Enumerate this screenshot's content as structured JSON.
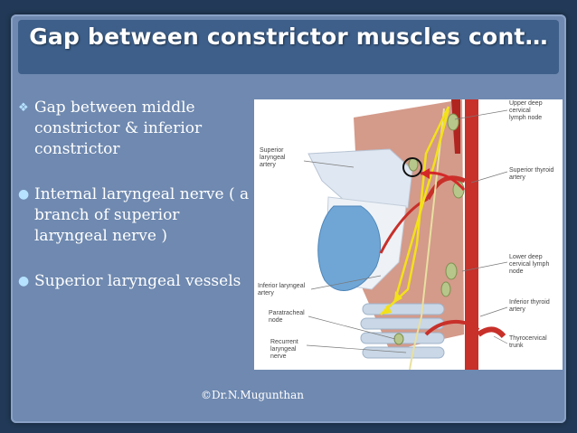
{
  "slide": {
    "title": "Gap between constrictor muscles cont…",
    "bullets": [
      {
        "marker_icon": "diamond-bullet-icon",
        "text": "Gap between  middle constrictor & inferior constrictor"
      },
      {
        "marker_icon": "circle-bullet-icon",
        "text": "Internal laryngeal nerve ( a  branch of  superior laryngeal nerve )"
      },
      {
        "marker_icon": "circle-bullet-icon",
        "text": "Superior laryngeal vessels"
      }
    ],
    "credit": "©Dr.N.Mugunthan"
  },
  "figure": {
    "labels": {
      "superior_laryngeal_artery": [
        "Superior",
        "laryngeal",
        "artery"
      ],
      "upper_deep_cervical_lymph_node": [
        "Upper deep",
        "cervical",
        "lymph node"
      ],
      "superior_thyroid_artery": [
        "Superior thyroid",
        "artery"
      ],
      "lower_deep_cervical_lymph_node": [
        "Lower deep",
        "cervical lymph",
        "node"
      ],
      "inferior_laryngeal_artery": [
        "Inferior laryngeal",
        "artery"
      ],
      "paratracheal_node": [
        "Paratracheal",
        "node"
      ],
      "recurrent_laryngeal_nerve": [
        "Recurrent",
        "laryngeal",
        "nerve"
      ],
      "inferior_thyroid_artery": [
        "Inferior thyroid",
        "artery"
      ],
      "thyrocervical_trunk": [
        "Thyrocervical",
        "trunk"
      ]
    },
    "colors": {
      "artery": "#c8302a",
      "muscle": "#d49a8a",
      "cartilage": "#dfe7f2",
      "thyroid": "#6fa6d6",
      "trachea": "#c9d7e6",
      "annotation_arrow": "#f3e11a",
      "circle_marker": "#111111"
    }
  },
  "theme": {
    "panel": "#6f89b0",
    "title_bar": "#3d5f8a",
    "text": "#ffffff"
  }
}
